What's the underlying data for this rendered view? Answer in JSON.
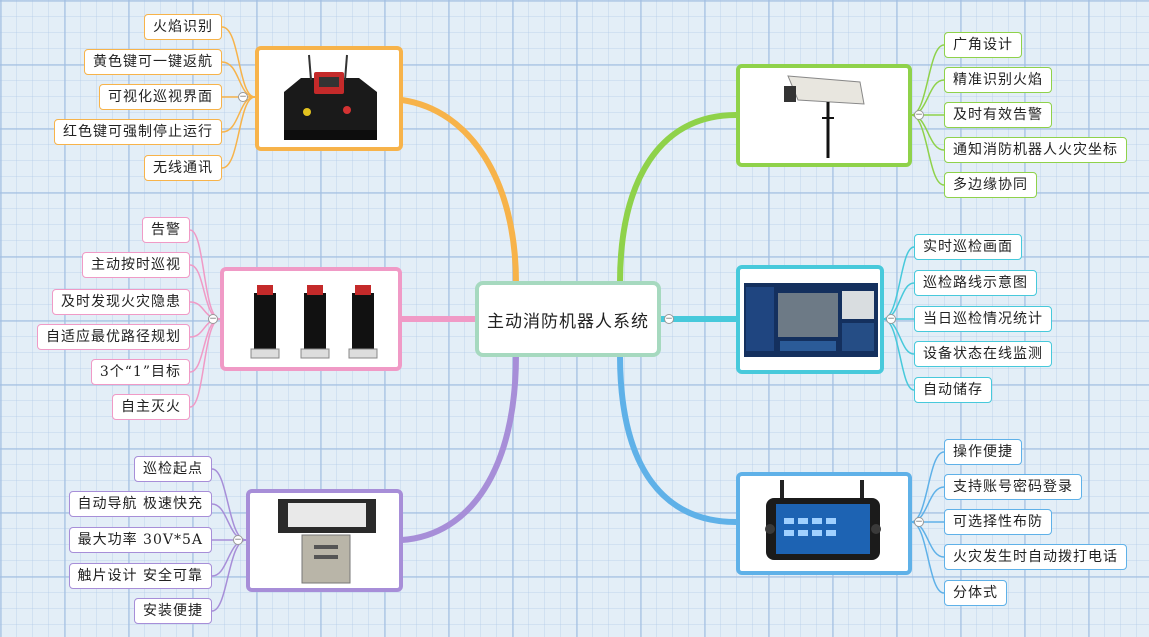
{
  "center": {
    "label": "主动消防机器人系统"
  },
  "branches": [
    {
      "id": "tl",
      "color": "#f7b34a",
      "image": "patrol-robot-photo",
      "items": [
        "火焰识别",
        "黄色键可一键返航",
        "可视化巡视界面",
        "红色键可强制停止运行",
        "无线通讯"
      ]
    },
    {
      "id": "ml",
      "color": "#f09ac6",
      "image": "fire-robots-photo",
      "items": [
        "告警",
        "主动按时巡视",
        "及时发现火灾隐患",
        "自适应最优路径规划",
        "3个“1”目标",
        "自主灭火"
      ]
    },
    {
      "id": "bl",
      "color": "#a78ed8",
      "image": "charging-station-photo",
      "items": [
        "巡检起点",
        "自动导航  极速快充",
        "最大功率 30V*5A",
        "触片设计  安全可靠",
        "安装便捷"
      ]
    },
    {
      "id": "tr",
      "color": "#8fd24a",
      "image": "surveillance-camera-photo",
      "items": [
        "广角设计",
        "精准识别火焰",
        "及时有效告警",
        "通知消防机器人火灾坐标",
        "多边缘协同"
      ]
    },
    {
      "id": "mr",
      "color": "#47c9db",
      "image": "monitor-screen-photo",
      "items": [
        "实时巡检画面",
        "巡检路线示意图",
        "当日巡检情况统计",
        "设备状态在线监测",
        "自动储存"
      ]
    },
    {
      "id": "br",
      "color": "#5fb1e8",
      "image": "control-terminal-photo",
      "items": [
        "操作便捷",
        "支持账号密码登录",
        "可选择性布防",
        "火灾发生时自动拨打电话",
        "分体式"
      ]
    }
  ]
}
